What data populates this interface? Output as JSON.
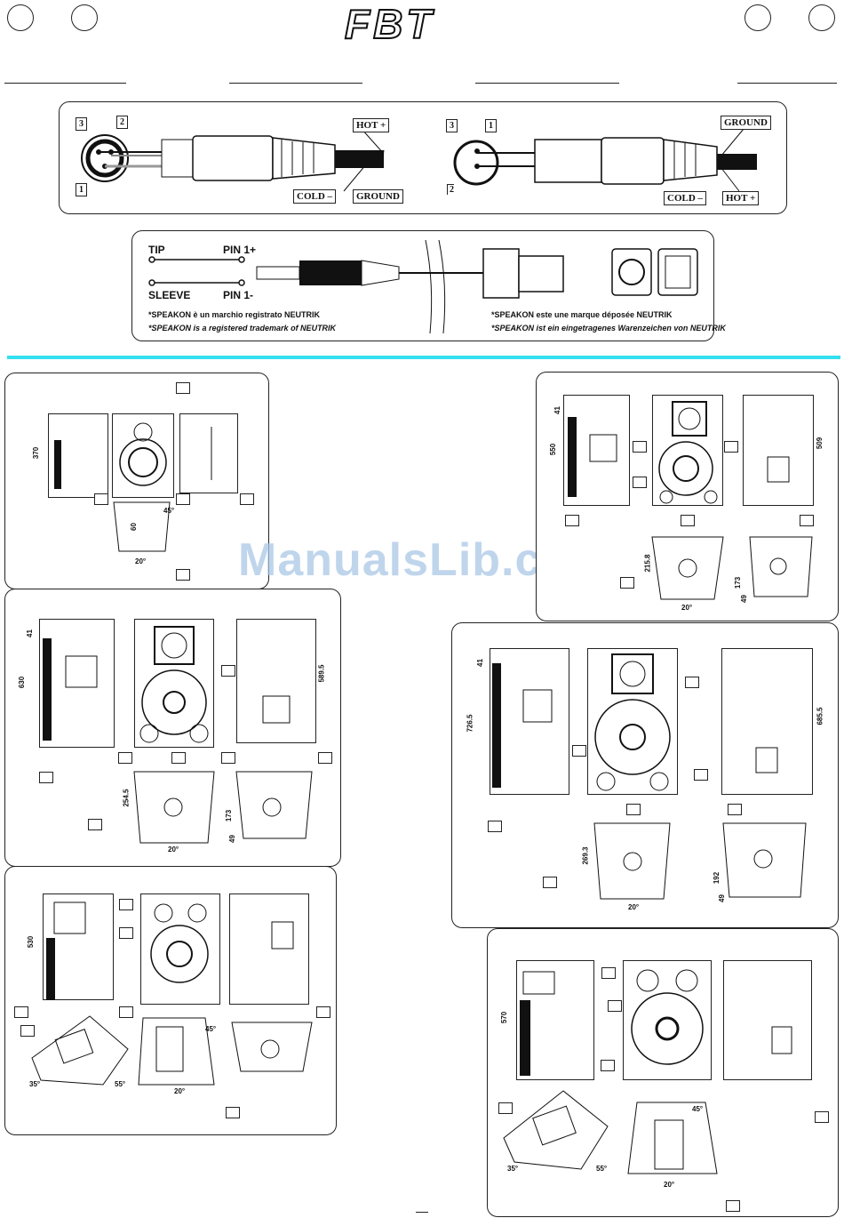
{
  "header": {
    "logo_text": "FBT"
  },
  "xlr_female": {
    "pin_labels": [
      "3",
      "2",
      "1"
    ],
    "hot_label": "HOT +",
    "cold_label": "COLD –",
    "ground_label": "GROUND"
  },
  "xlr_male": {
    "pin_labels": [
      "3",
      "1",
      "2"
    ],
    "ground_label": "GROUND",
    "cold_label": "COLD –",
    "hot_label": "HOT +"
  },
  "jack": {
    "tip": "TIP",
    "sleeve": "SLEEVE",
    "pin1p": "PIN 1+",
    "pin1m": "PIN 1-"
  },
  "notes": {
    "it": "*SPEAKON è un marchio registrato NEUTRIK",
    "en": "*SPEAKON is a registered trademark of NEUTRIK",
    "fr": "*SPEAKON este une marque déposée NEUTRIK",
    "de": "*SPEAKON ist ein eingetragenes Warenzeichen von NEUTRIK"
  },
  "watermark": "ManualsLib.com",
  "dimensions": {
    "p1_h": "370",
    "p1_d": "60",
    "p1_a1": "45°",
    "p1_a2": "20°",
    "p2_h": "550",
    "p2_top": "41",
    "p2_r": "509",
    "p2_b1": "215.8",
    "p2_b2": "173",
    "p2_b3": "49",
    "p2_a": "20°",
    "p3_h": "630",
    "p3_top": "41",
    "p3_r": "589.5",
    "p3_b1": "254.5",
    "p3_b2": "173",
    "p3_b3": "49",
    "p3_a": "20°",
    "p4_h": "726.5",
    "p4_top": "41",
    "p4_r": "685.5",
    "p4_b1": "269.3",
    "p4_b2": "192",
    "p4_b3": "49",
    "p4_a": "20°",
    "p5_h": "530",
    "p5_a1": "35°",
    "p5_a2": "55°",
    "p5_a3": "45°",
    "p5_a4": "20°",
    "p6_h": "570",
    "p6_a1": "35°",
    "p6_a2": "55°",
    "p6_a3": "45°",
    "p6_a4": "20°"
  }
}
